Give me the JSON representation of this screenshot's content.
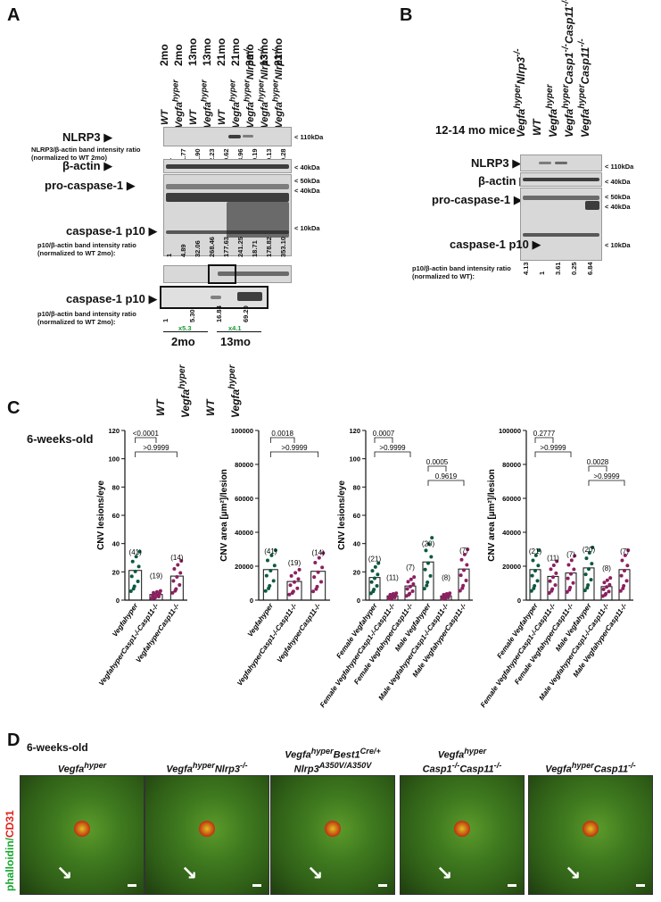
{
  "panels": {
    "A": "A",
    "B": "B",
    "C": "C",
    "D": "D"
  },
  "panelA": {
    "ages": [
      "2mo",
      "2mo",
      "13mo",
      "13mo",
      "21mo",
      "21mo",
      "3mo",
      "13mo",
      "21mo"
    ],
    "genotypes": [
      "WT",
      "Vegfahyper",
      "WT",
      "Vegfahyper",
      "WT",
      "Vegfahyper",
      "VegfahyperNlrp3-/-",
      "VegfahyperNlrp3-/-",
      "VegfahyperNlrp3-/-"
    ],
    "nlrp3_label": "NLRP3 ▶",
    "nlrp3_ratio_label": "NLRP3/β-actin band intensity ratio\n(normalized to WT 2mo)",
    "nlrp3_ratios": [
      "1",
      "1.77",
      "1.90",
      "2.23",
      "9.62",
      "3.96",
      "0.19",
      "0.13",
      "0.28"
    ],
    "bactin_label": "β-actin ▶",
    "procasp_label": "pro-caspase-1 ▶",
    "casp_p10_label": "caspase-1 p10 ▶",
    "p10_ratio_label": "p10/β-actin band intensity ratio\n(normalized to WT 2mo):",
    "p10_ratios": [
      "1",
      "4.89",
      "32.06",
      "268.46",
      "177.63",
      "241.25",
      "18.71",
      "178.82",
      "353.10"
    ],
    "kda": [
      "< 110kDa",
      "< 40kDa",
      "< 50kDa",
      "< 40kDa",
      "< 10kDa"
    ],
    "zoom_label": "caspase-1 p10 ▶",
    "zoom_ratio_label": "p10/β-actin band intensity ratio\n(normalized to WT 2mo):",
    "zoom_ratios": [
      "1",
      "5.30",
      "16.84",
      "69.20"
    ],
    "fold_2mo": "x5.3",
    "fold_13mo": "x4.1",
    "group_2mo": "2mo",
    "group_13mo": "13mo",
    "zoom_genotypes": [
      "WT",
      "Vegfahyper",
      "WT",
      "Vegfahyper"
    ]
  },
  "panelB": {
    "mice_label": "12-14 mo mice",
    "genotypes": [
      "VegfahyperNlrp3-/-",
      "WT",
      "Vegfahyper",
      "VegfahyperCasp1-/-Casp11-/-",
      "VegfahyperCasp11-/-"
    ],
    "nlrp3_label": "NLRP3 ▶",
    "bactin_label": "β-actin ▶",
    "procasp_label": "pro-caspase-1 ▶",
    "casp_p10_label": "caspase-1 p10 ▶",
    "kda": [
      "< 110kDa",
      "< 40kDa",
      "< 50kDa",
      "< 40kDa",
      "< 10kDa"
    ],
    "ratio_label": "p10/β-actin band intensity ratio\n(normalized to WT):",
    "ratios": [
      "4.13",
      "1",
      "3.61",
      "0.25",
      "6.84"
    ]
  },
  "panelC": {
    "age_label": "6-weeks-old"
  },
  "chart_data": [
    {
      "type": "bar",
      "ylabel": "CNV lesions/eye",
      "ylim": [
        0,
        120
      ],
      "yticks": [
        0,
        20,
        40,
        60,
        80,
        100,
        120
      ],
      "categories": [
        "Vegfahyper",
        "VegfahyperCasp1-/-Casp11-/-",
        "VegfahyperCasp11-/-"
      ],
      "values": [
        21,
        4,
        17
      ],
      "n": [
        "(41)",
        "(19)",
        "(14)"
      ],
      "comparisons": [
        {
          "label": "<0.0001",
          "from": 0,
          "to": 1
        },
        {
          "label": ">0.9999",
          "from": 0,
          "to": 2
        }
      ]
    },
    {
      "type": "bar",
      "ylabel": "CNV area [µm²]/lesion",
      "ylim": [
        0,
        100000
      ],
      "yticks": [
        0,
        20000,
        40000,
        60000,
        80000,
        100000
      ],
      "categories": [
        "Vegfahyper",
        "VegfahyperCasp1-/-Casp11-/-",
        "VegfahyperCasp11-/-"
      ],
      "values": [
        18000,
        11000,
        17000
      ],
      "n": [
        "(41)",
        "(19)",
        "(14)"
      ],
      "comparisons": [
        {
          "label": "0.0018",
          "from": 0,
          "to": 1
        },
        {
          "label": ">0.9999",
          "from": 0,
          "to": 2
        }
      ]
    },
    {
      "type": "bar",
      "ylabel": "CNV lesions/eye",
      "ylim": [
        0,
        120
      ],
      "yticks": [
        0,
        20,
        40,
        60,
        80,
        100,
        120
      ],
      "categories": [
        "Female Vegfahyper",
        "Female VegfahyperCasp1-/-Casp11-/-",
        "Female VegfahyperCasp11-/-",
        "Male Vegfahyper",
        "Male VegfahyperCasp1-/-Casp11-/-",
        "Male VegfahyperCasp11-/-"
      ],
      "values": [
        16,
        3,
        10,
        27,
        3,
        22
      ],
      "n": [
        "(21)",
        "(11)",
        "(7)",
        "(20)",
        "(8)",
        "(7)"
      ],
      "comparisons": [
        {
          "label": "0.0007",
          "from": 0,
          "to": 1
        },
        {
          "label": ">0.9999",
          "from": 0,
          "to": 2
        },
        {
          "label": "0.0005",
          "from": 3,
          "to": 4
        },
        {
          "label": "0.9619",
          "from": 3,
          "to": 5
        }
      ]
    },
    {
      "type": "bar",
      "ylabel": "CNV area [µm²]/lesion",
      "ylim": [
        0,
        100000
      ],
      "yticks": [
        0,
        20000,
        40000,
        60000,
        80000,
        100000
      ],
      "categories": [
        "Female Vegfahyper",
        "Female VegfahyperCasp1-/-Casp11-/-",
        "Female VegfahyperCasp11-/-",
        "Male Vegfahyper",
        "Male VegfahyperCasp1-/-Casp11-/-",
        "Male VegfahyperCasp11-/-"
      ],
      "values": [
        18000,
        14000,
        16000,
        19000,
        8000,
        18000
      ],
      "n": [
        "(21)",
        "(11)",
        "(7)",
        "(20)",
        "(8)",
        "(7)"
      ],
      "comparisons": [
        {
          "label": "0.2777",
          "from": 0,
          "to": 1
        },
        {
          "label": ">0.9999",
          "from": 0,
          "to": 2
        },
        {
          "label": "0.0028",
          "from": 3,
          "to": 4
        },
        {
          "label": ">0.9999",
          "from": 3,
          "to": 5
        }
      ]
    }
  ],
  "panelD": {
    "age_label": "6-weeks-old",
    "stain_label_green": "phalloidin/",
    "stain_label_red": "CD31",
    "titles": [
      "Vegfahyper",
      "VegfahyperNlrp3-/-",
      "VegfahyperBest1Cre/+\nNlrp3A350V/A350V",
      "Vegfahyper\nCasp1-/-Casp11-/-",
      "VegfahyperCasp11-/-"
    ]
  }
}
